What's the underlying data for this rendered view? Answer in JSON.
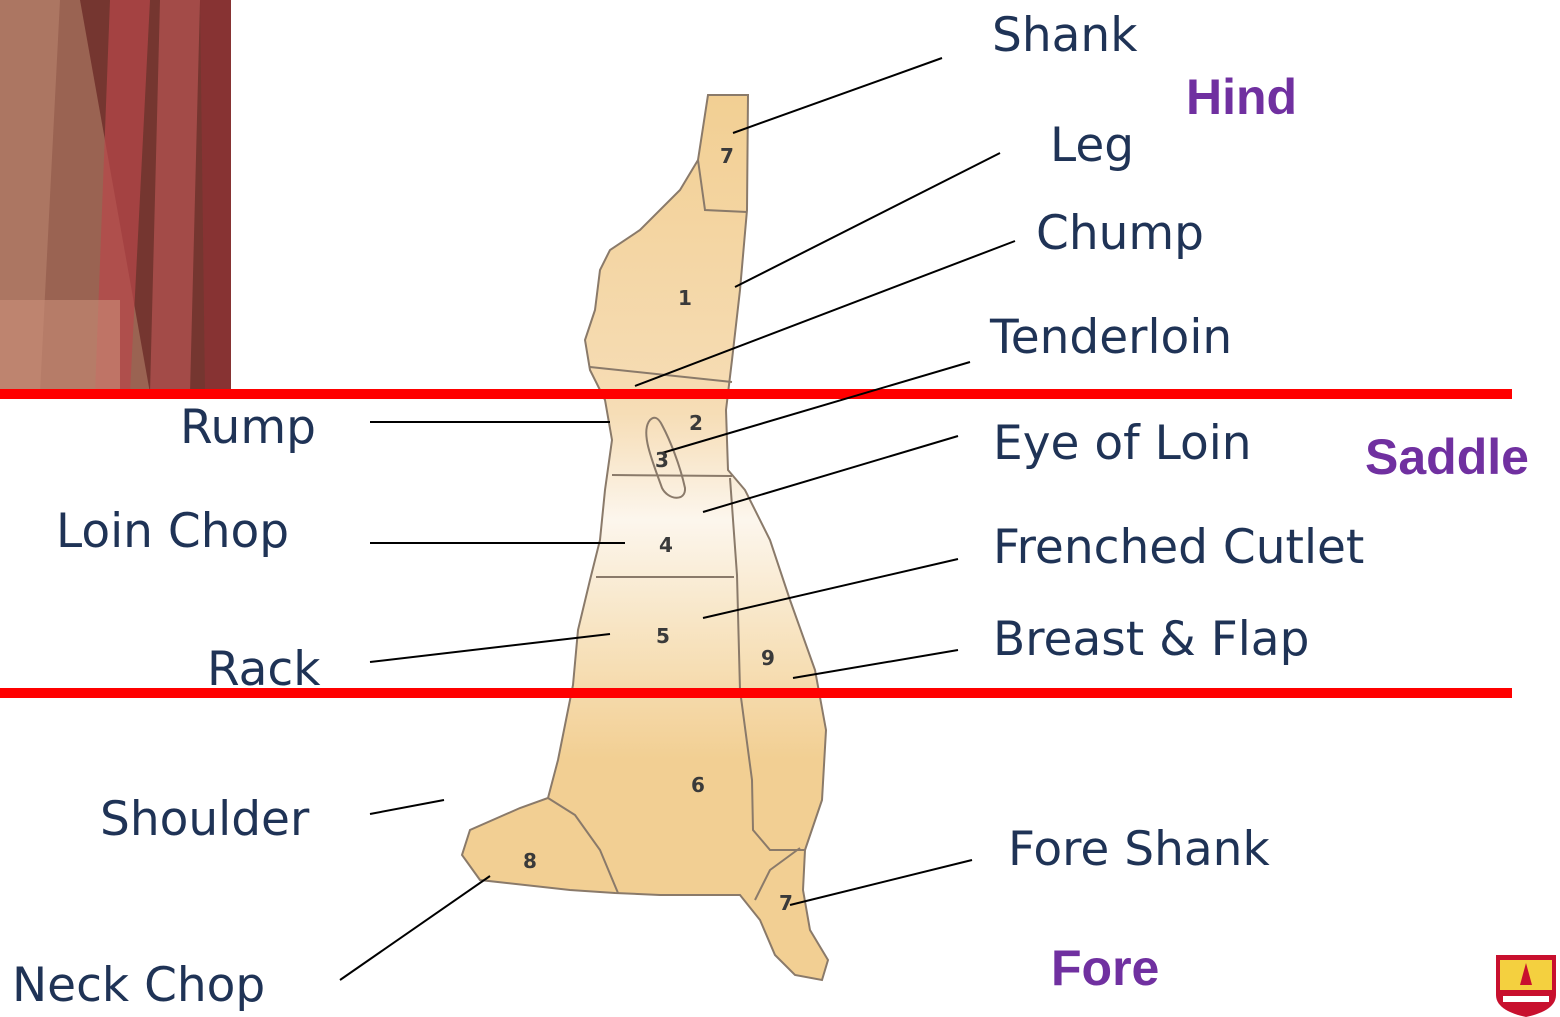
{
  "photo": {
    "icon": "hanging-carcasses-photo"
  },
  "logo": {
    "icon": "university-crest-logo",
    "color": "#c8102e"
  },
  "divider_color": "#ff0000",
  "sections": {
    "hind": "Hind",
    "saddle": "Saddle",
    "fore": "Fore"
  },
  "labels": {
    "shank": "Shank",
    "leg": "Leg",
    "chump": "Chump",
    "tenderloin": "Tenderloin",
    "eye_of_loin": "Eye of Loin",
    "frenched_cutlet": "Frenched Cutlet",
    "breast_flap": "Breast & Flap",
    "fore_shank": "Fore Shank",
    "rump": "Rump",
    "loin_chop": "Loin Chop",
    "rack": "Rack",
    "shoulder": "Shoulder",
    "neck_chop": "Neck Chop"
  },
  "region_numbers": {
    "hind_shank": "7",
    "leg": "1",
    "chump": "2",
    "tenderloin": "3",
    "loin": "4",
    "rack": "5",
    "shoulder": "6",
    "neck": "8",
    "breast": "9",
    "fore_shank": "7"
  }
}
